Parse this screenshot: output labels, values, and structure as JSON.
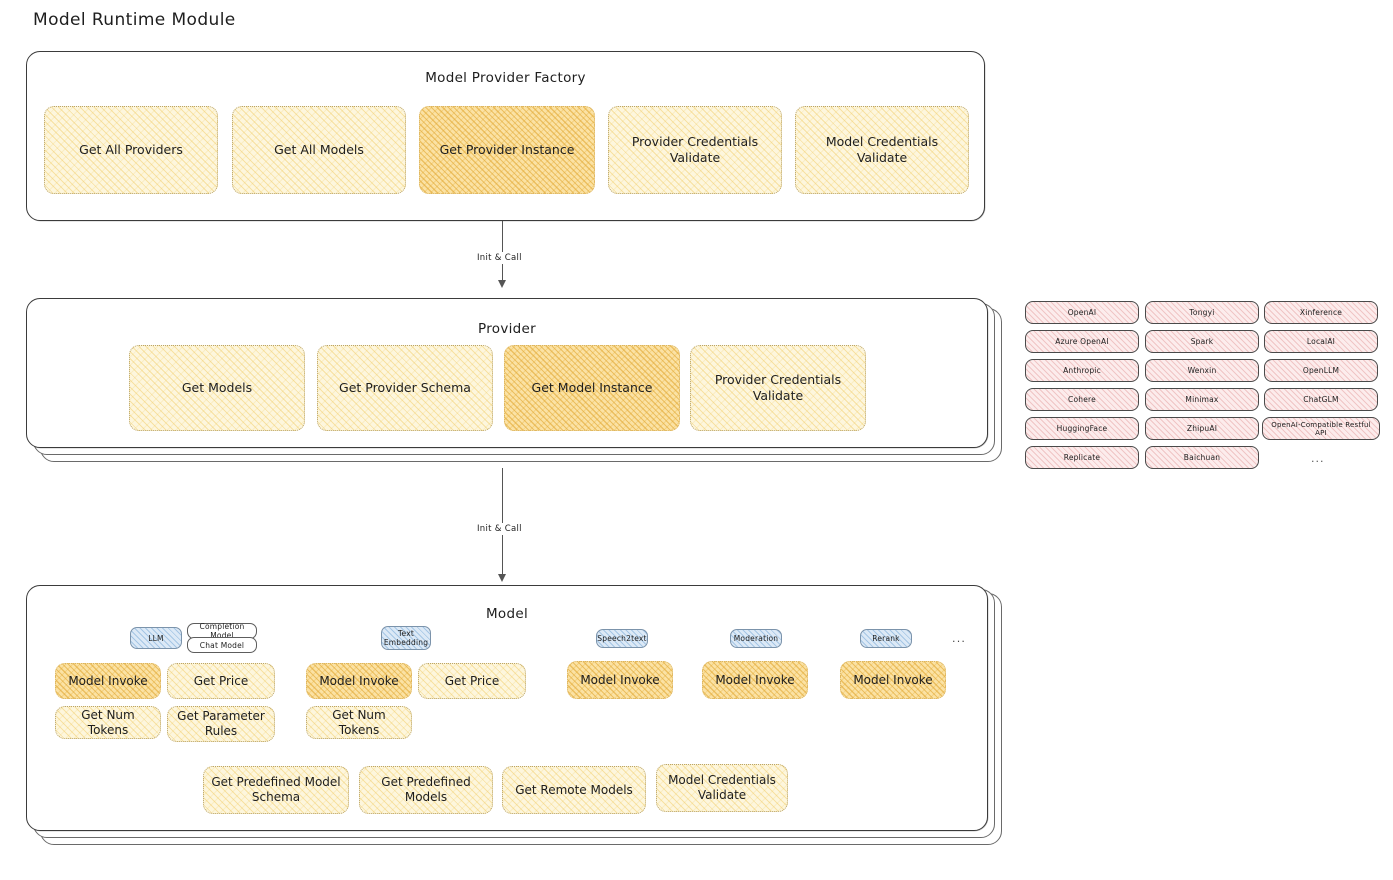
{
  "diagram": {
    "title": "Model Runtime Module",
    "type": "architecture-flow",
    "colors": {
      "background": "#ffffff",
      "node_light_fill": "#fdf6dd",
      "node_light_hatch": "#f0c85a",
      "node_highlight_fill": "#fbe2a4",
      "node_highlight_hatch": "#e2a832",
      "badge_blue_fill": "#dce9f6",
      "badge_blue_hatch": "#78aad7",
      "chip_fill": "#fcecec",
      "chip_hatch": "#e19696",
      "stroke": "#3b3b3b",
      "text": "#1e1e1e"
    }
  },
  "factory": {
    "title": "Model Provider Factory",
    "nodes": [
      {
        "label": "Get All Providers",
        "highlight": false
      },
      {
        "label": "Get All Models",
        "highlight": false
      },
      {
        "label": "Get Provider Instance",
        "highlight": true
      },
      {
        "label": "Provider Credentials Validate",
        "highlight": false
      },
      {
        "label": "Model Credentials Validate",
        "highlight": false
      }
    ]
  },
  "arrows": [
    {
      "label": "Init & Call",
      "from": "Model Provider Factory",
      "to": "Provider"
    },
    {
      "label": "Init & Call",
      "from": "Provider",
      "to": "Model"
    }
  ],
  "provider": {
    "title": "Provider",
    "stack_layers": 3,
    "nodes": [
      {
        "label": "Get Models",
        "highlight": false
      },
      {
        "label": "Get Provider Schema",
        "highlight": false
      },
      {
        "label": "Get Model Instance",
        "highlight": true
      },
      {
        "label": "Provider Credentials Validate",
        "highlight": false
      }
    ]
  },
  "provider_list": {
    "columns": [
      {
        "items": [
          "OpenAI",
          "Azure OpenAI",
          "Anthropic",
          "Cohere",
          "HuggingFace",
          "Replicate"
        ]
      },
      {
        "items": [
          "Tongyi",
          "Spark",
          "Wenxin",
          "Minimax",
          "ZhipuAI",
          "Baichuan"
        ]
      },
      {
        "items": [
          "Xinference",
          "LocalAI",
          "OpenLLM",
          "ChatGLM",
          "OpenAI-Compatible Restful API"
        ]
      }
    ],
    "more": "..."
  },
  "model": {
    "title": "Model",
    "stack_layers": 3,
    "more": "...",
    "groups": [
      {
        "badge": "LLM",
        "badge_style": "blue",
        "sub_badges": [
          "Completion Model",
          "Chat Model"
        ],
        "nodes": [
          {
            "label": "Model Invoke",
            "highlight": true
          },
          {
            "label": "Get Price",
            "highlight": false
          },
          {
            "label": "Get Num Tokens",
            "highlight": false
          },
          {
            "label": "Get Parameter Rules",
            "highlight": false
          }
        ]
      },
      {
        "badge": "Text Embedding",
        "badge_style": "blue",
        "sub_badges": [],
        "nodes": [
          {
            "label": "Model Invoke",
            "highlight": true
          },
          {
            "label": "Get Price",
            "highlight": false
          },
          {
            "label": "Get Num Tokens",
            "highlight": false
          }
        ]
      },
      {
        "badge": "Speech2text",
        "badge_style": "blue",
        "sub_badges": [],
        "nodes": [
          {
            "label": "Model Invoke",
            "highlight": true
          }
        ]
      },
      {
        "badge": "Moderation",
        "badge_style": "blue",
        "sub_badges": [],
        "nodes": [
          {
            "label": "Model Invoke",
            "highlight": true
          }
        ]
      },
      {
        "badge": "Rerank",
        "badge_style": "blue",
        "sub_badges": [],
        "nodes": [
          {
            "label": "Model Invoke",
            "highlight": true
          }
        ]
      }
    ],
    "shared_nodes": [
      {
        "label": "Get Predefined Model Schema"
      },
      {
        "label": "Get Predefined Models"
      },
      {
        "label": "Get Remote Models"
      },
      {
        "label": "Model Credentials Validate"
      }
    ]
  }
}
